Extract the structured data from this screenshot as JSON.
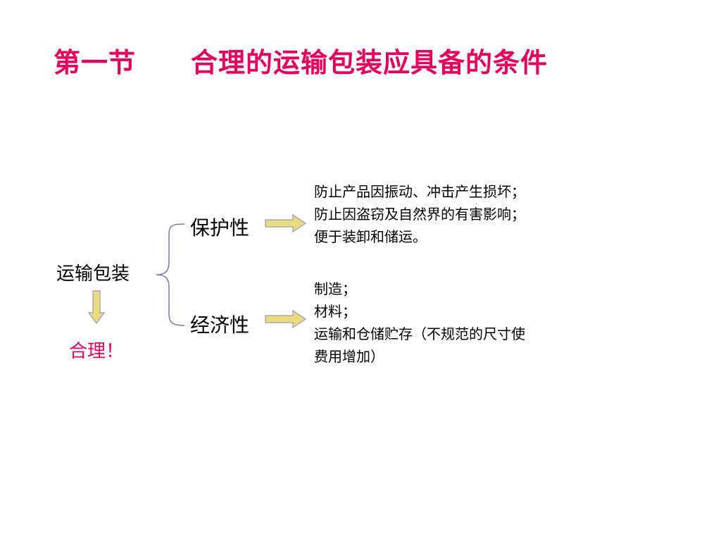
{
  "title": {
    "section": "第一节",
    "heading": "合理的运输包装应具备的条件"
  },
  "diagram": {
    "root": "运输包装",
    "result": "合理！",
    "branches": [
      {
        "label": "保护性",
        "lines": [
          "防止产品因振动、冲击产生损坏；",
          "防止因盗窃及自然界的有害影响；",
          "便于装卸和储运。"
        ]
      },
      {
        "label": "经济性",
        "lines": [
          "制造；",
          "材料；",
          "运输和仓储贮存（不规范的尺寸使",
          "费用增加）"
        ]
      }
    ]
  },
  "colors": {
    "title": "#e6005c",
    "result": "#e6005c",
    "arrow_fill": "#eadc7a",
    "arrow_stroke": "#a8a8c0",
    "brace": "#8080b0"
  }
}
